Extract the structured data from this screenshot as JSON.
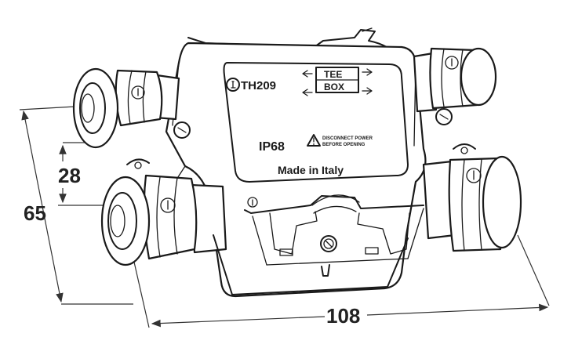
{
  "product": {
    "model": "TH209",
    "brand_box_line1": "TEE",
    "brand_box_line2": "BOX",
    "protection_rating": "IP68",
    "warning_line1": "DISCONNECT POWER",
    "warning_line2": "BEFORE OPENING",
    "origin": "Made in Italy"
  },
  "dimensions": {
    "height": "65",
    "gland_spacing": "28",
    "length": "108"
  },
  "icons": [
    "info-icon",
    "warning-triangle-icon",
    "arrow-left-icon",
    "arrow-right-icon",
    "screw-icon"
  ]
}
